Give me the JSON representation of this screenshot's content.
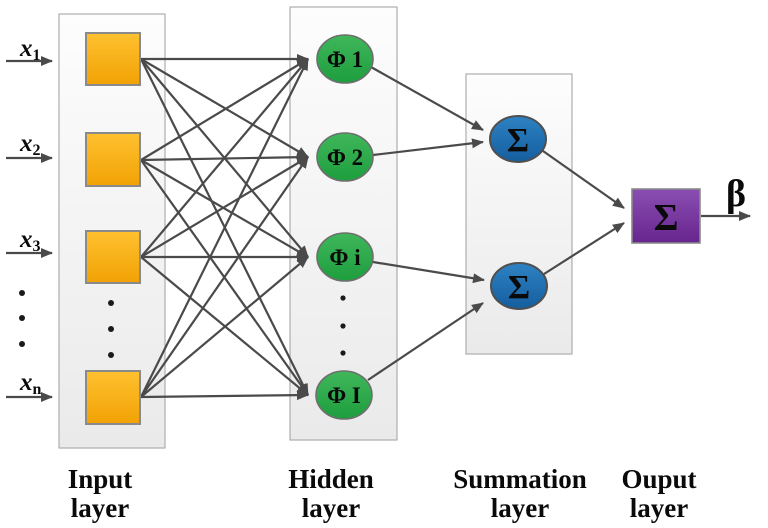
{
  "diagram_title": "neural-network-architecture",
  "colors": {
    "background": "#ffffff",
    "input_node": "#F9AE0D",
    "hidden_node": "#2BA84A",
    "summation_node": "#1C71B8",
    "output_node": "#7A3BA0",
    "edge": "#4A4A4A",
    "panel_fill": "#F2F2F2",
    "text": "#0A0A0A"
  },
  "input_layer": {
    "caption_lines": [
      "Input",
      "layer"
    ],
    "inputs": [
      {
        "base": "x",
        "sub": "1"
      },
      {
        "base": "x",
        "sub": "2"
      },
      {
        "base": "x",
        "sub": "3"
      },
      {
        "base": "x",
        "sub": "n"
      }
    ]
  },
  "hidden_layer": {
    "caption_lines": [
      "Hidden",
      "layer"
    ],
    "nodes": [
      "Φ 1",
      "Φ 2",
      "Φ i",
      "Φ I"
    ]
  },
  "summation_layer": {
    "caption_lines": [
      "Summation",
      "layer"
    ],
    "nodes": [
      "Σ",
      "Σ"
    ]
  },
  "output_layer": {
    "caption_lines": [
      "Ouput",
      "layer"
    ],
    "node": "Σ",
    "output_label": "β"
  }
}
